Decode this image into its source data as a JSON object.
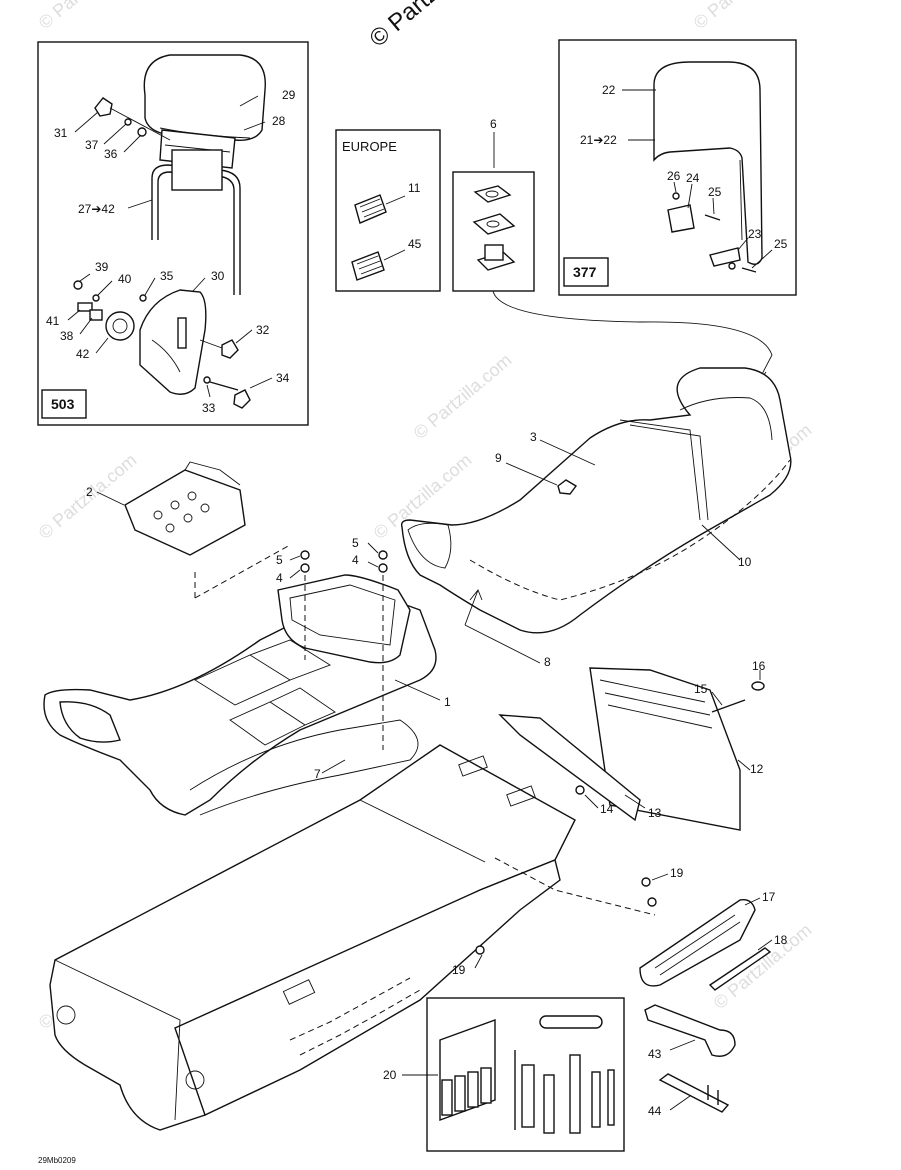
{
  "watermark": {
    "main": "© Partzilla.com",
    "tiles": [
      "© Partzilla.com",
      "© Partzilla.com",
      "© Partzilla.com",
      "© Partzilla.com",
      "© Partzilla.com",
      "© Partzilla.com",
      "© Partzilla.com",
      "© Partzilla.com",
      "© Partzilla.com"
    ]
  },
  "insets": {
    "backrest_503": {
      "number": "503"
    },
    "europe": {
      "title": "EUROPE"
    },
    "part6": {},
    "backrest_377": {
      "number": "377"
    }
  },
  "callouts": {
    "c1": "1",
    "c2": "2",
    "c3": "3",
    "c4a": "4",
    "c4b": "4",
    "c5a": "5",
    "c5b": "5",
    "c6": "6",
    "c7": "7",
    "c8": "8",
    "c9": "9",
    "c10": "10",
    "c11": "11",
    "c12": "12",
    "c13": "13",
    "c14": "14",
    "c15": "15",
    "c16": "16",
    "c17": "17",
    "c18": "18",
    "c19a": "19",
    "c19b": "19",
    "c20": "20",
    "c21": "21➔22",
    "c22": "22",
    "c23": "23",
    "c24": "24",
    "c25a": "25",
    "c25b": "25",
    "c26": "26",
    "c27": "27➔42",
    "c28": "28",
    "c29": "29",
    "c30": "30",
    "c31": "31",
    "c32": "32",
    "c33": "33",
    "c34": "34",
    "c35": "35",
    "c36": "36",
    "c37": "37",
    "c38": "38",
    "c39": "39",
    "c40": "40",
    "c41": "41",
    "c42": "42",
    "c43": "43",
    "c44": "44",
    "c45": "45"
  },
  "footer": {
    "code": "29Mb0209"
  },
  "colors": {
    "line": "#111111",
    "watermark": "#dddddd",
    "background": "#ffffff"
  }
}
